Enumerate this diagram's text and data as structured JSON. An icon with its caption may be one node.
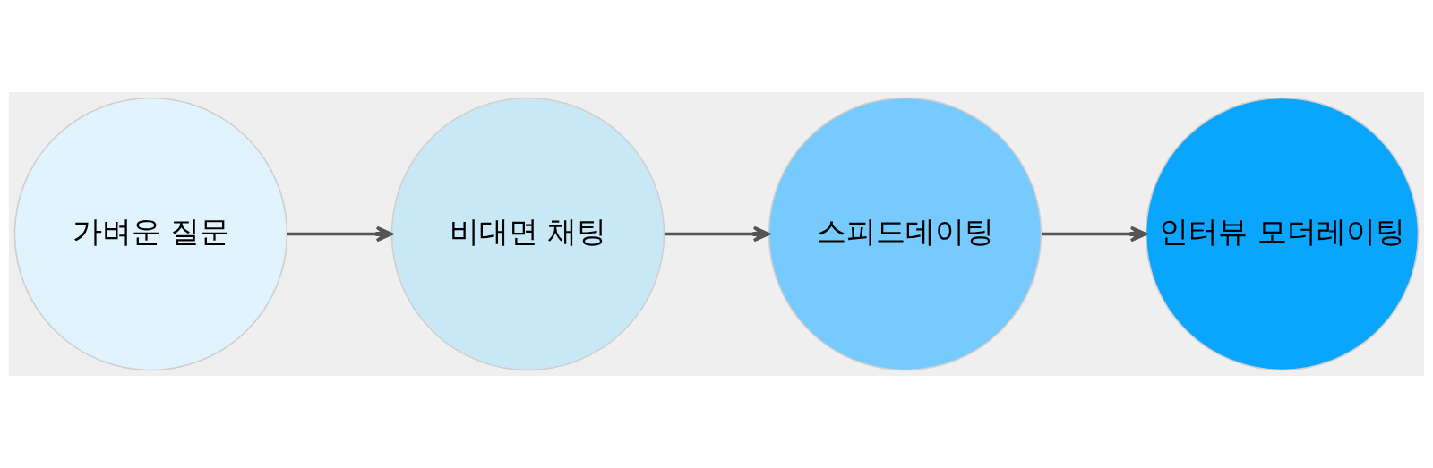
{
  "diagram": {
    "nodes": [
      {
        "text": [
          "가벼운 질문"
        ]
      },
      {
        "text": [
          "비대면 채팅"
        ]
      },
      {
        "text": [
          "스피드데이팅"
        ]
      },
      {
        "text": [
          "인터뷰 모더레이팅"
        ]
      }
    ],
    "edges": [
      {
        "from": 0,
        "to": 1,
        "arrow": "to"
      },
      {
        "from": 1,
        "to": 2,
        "arrow": "to"
      },
      {
        "from": 2,
        "to": 3,
        "arrow": "to"
      }
    ]
  }
}
